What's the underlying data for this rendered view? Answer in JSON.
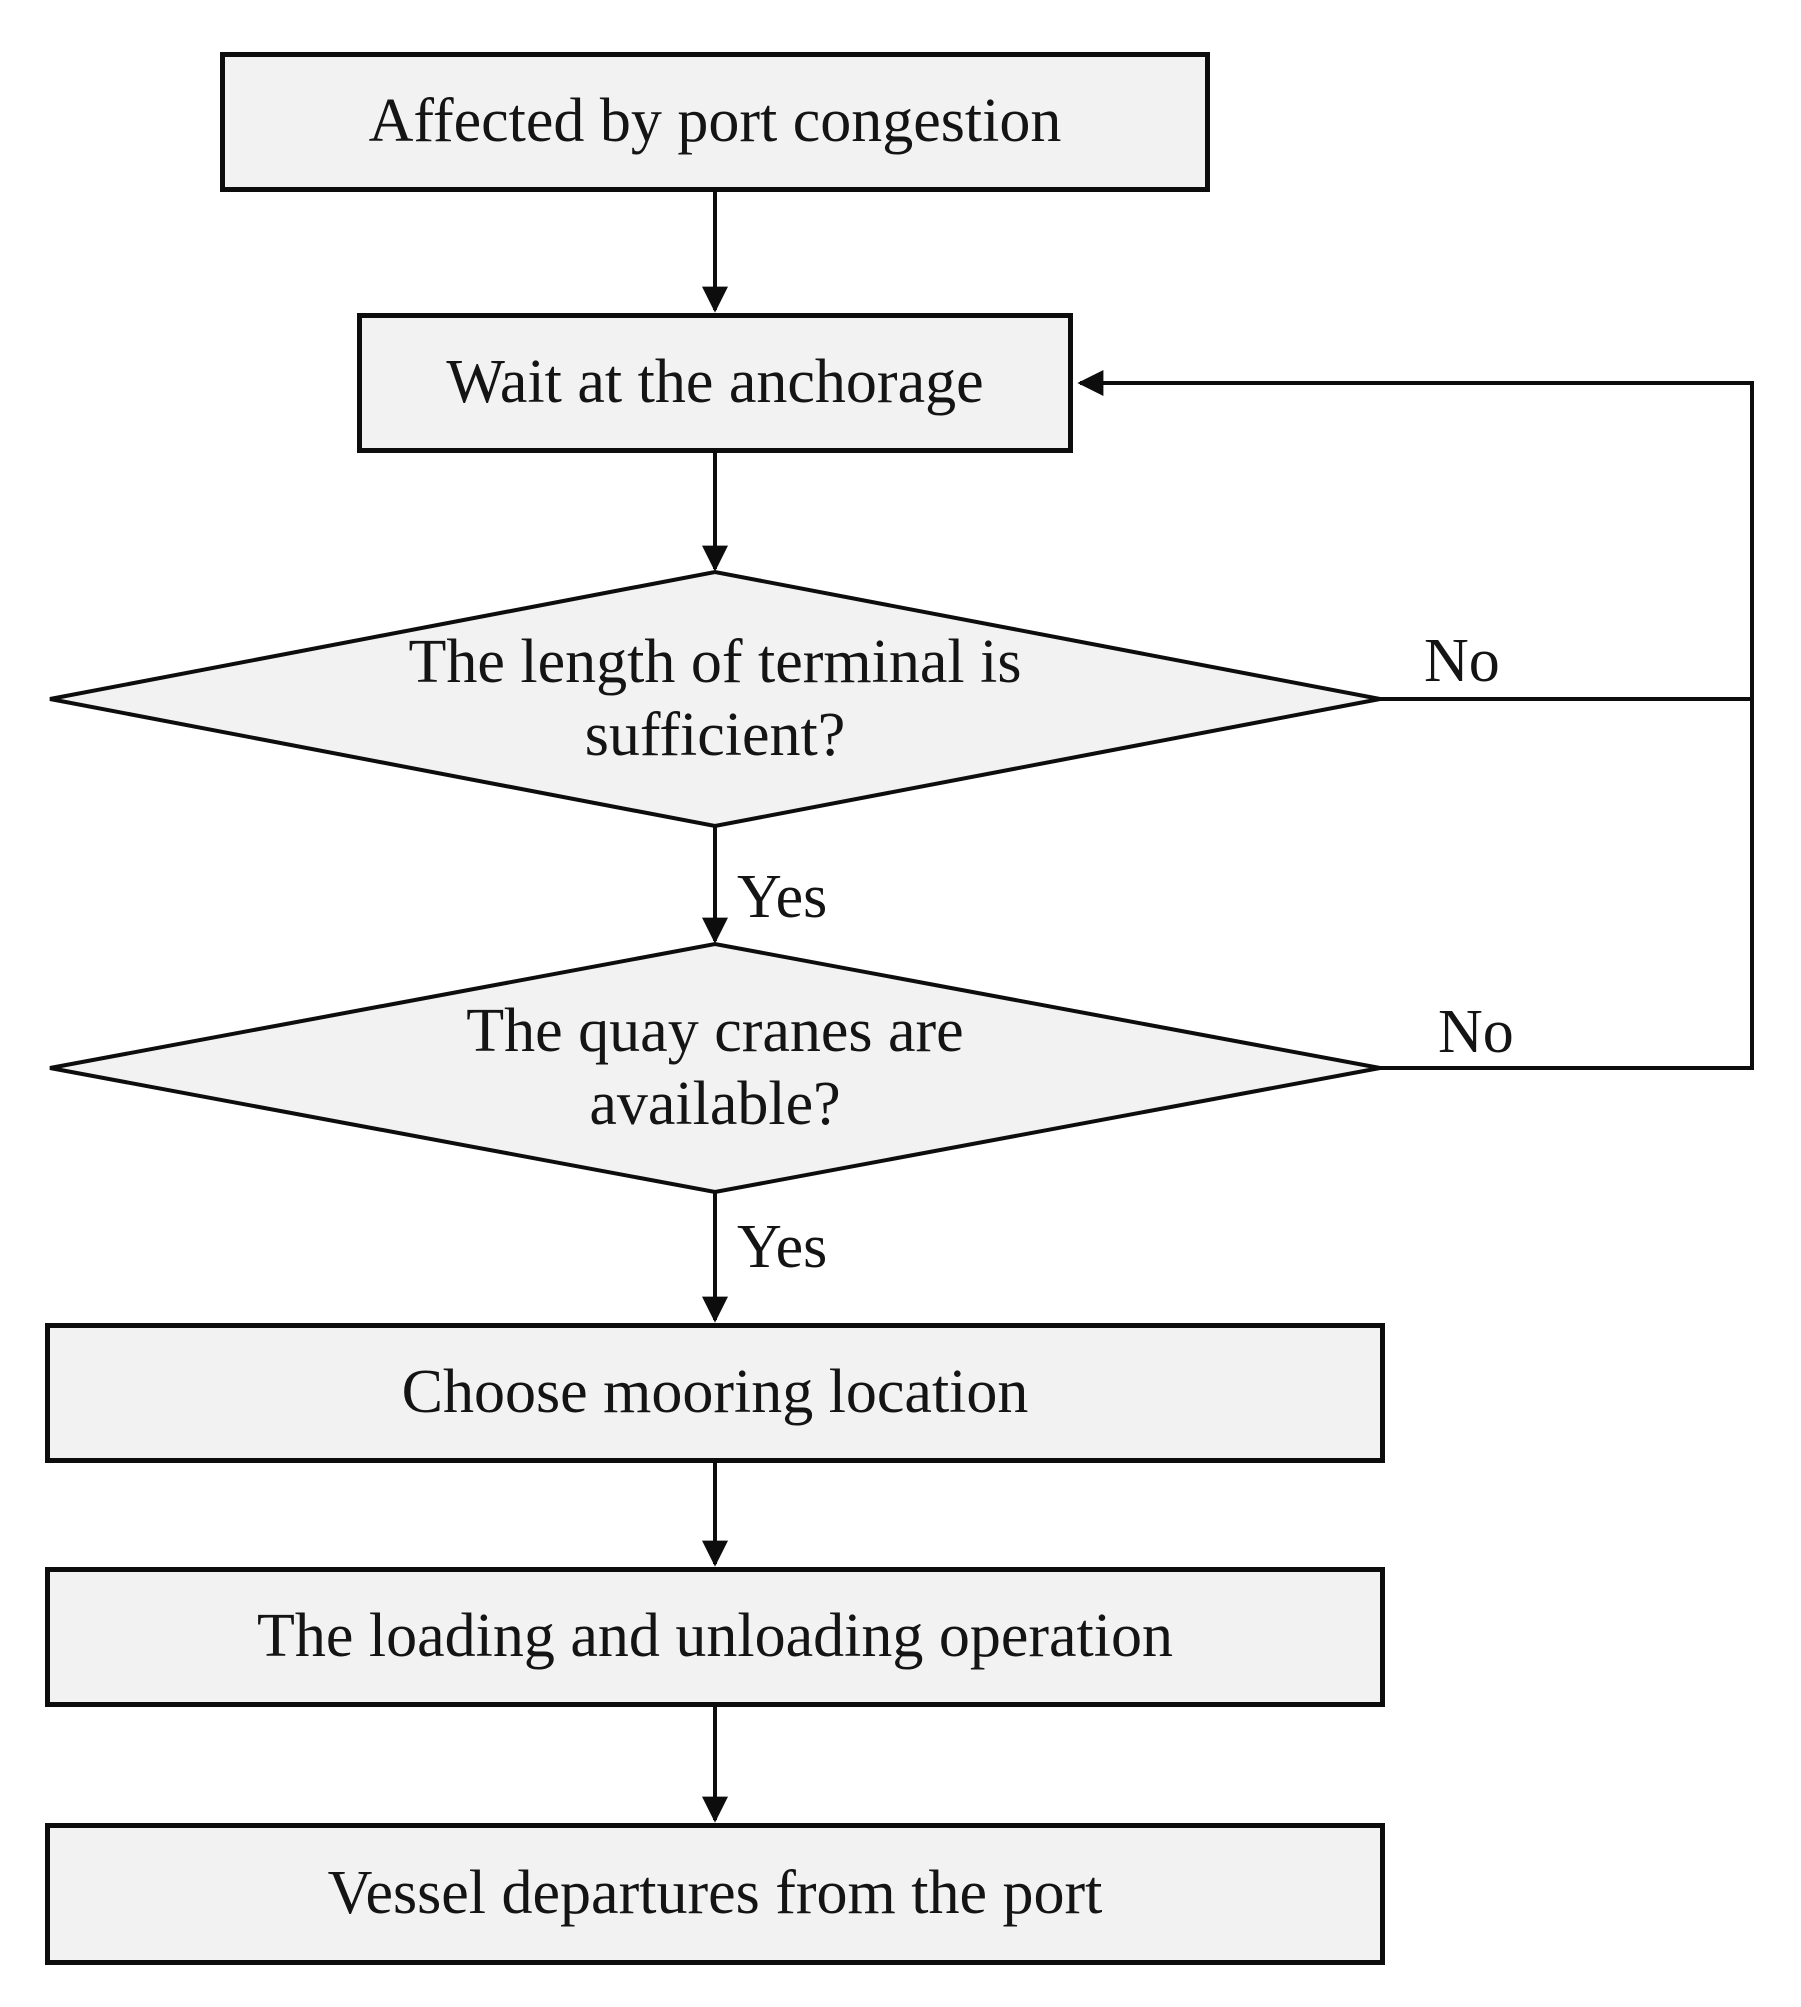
{
  "diagram": {
    "type": "flowchart",
    "topic": "Vessel handling process under port congestion",
    "nodes": [
      {
        "id": "affected",
        "shape": "rectangle",
        "label": "Affected by port congestion"
      },
      {
        "id": "wait-anchorage",
        "shape": "rectangle",
        "label": "Wait at the anchorage"
      },
      {
        "id": "terminal-length",
        "shape": "diamond",
        "label": "The length of terminal is sufficient?"
      },
      {
        "id": "quay-cranes",
        "shape": "diamond",
        "label": "The quay cranes are available?"
      },
      {
        "id": "choose-mooring",
        "shape": "rectangle",
        "label": "Choose mooring location"
      },
      {
        "id": "loading-unloading",
        "shape": "rectangle",
        "label": "The loading and unloading operation"
      },
      {
        "id": "vessel-departure",
        "shape": "rectangle",
        "label": "Vessel departures from the port"
      }
    ],
    "edges": [
      {
        "from": "affected",
        "to": "wait-anchorage",
        "label": ""
      },
      {
        "from": "wait-anchorage",
        "to": "terminal-length",
        "label": ""
      },
      {
        "from": "terminal-length",
        "to": "quay-cranes",
        "label": "Yes"
      },
      {
        "from": "terminal-length",
        "to": "wait-anchorage",
        "label": "No"
      },
      {
        "from": "quay-cranes",
        "to": "choose-mooring",
        "label": "Yes"
      },
      {
        "from": "quay-cranes",
        "to": "wait-anchorage",
        "label": "No"
      },
      {
        "from": "choose-mooring",
        "to": "loading-unloading",
        "label": ""
      },
      {
        "from": "loading-unloading",
        "to": "vessel-departure",
        "label": ""
      }
    ],
    "colors": {
      "node_fill": "#f2f2f2",
      "node_border": "#0d0d0d",
      "line": "#0d0d0d",
      "text": "#141414",
      "background": "#ffffff"
    }
  }
}
